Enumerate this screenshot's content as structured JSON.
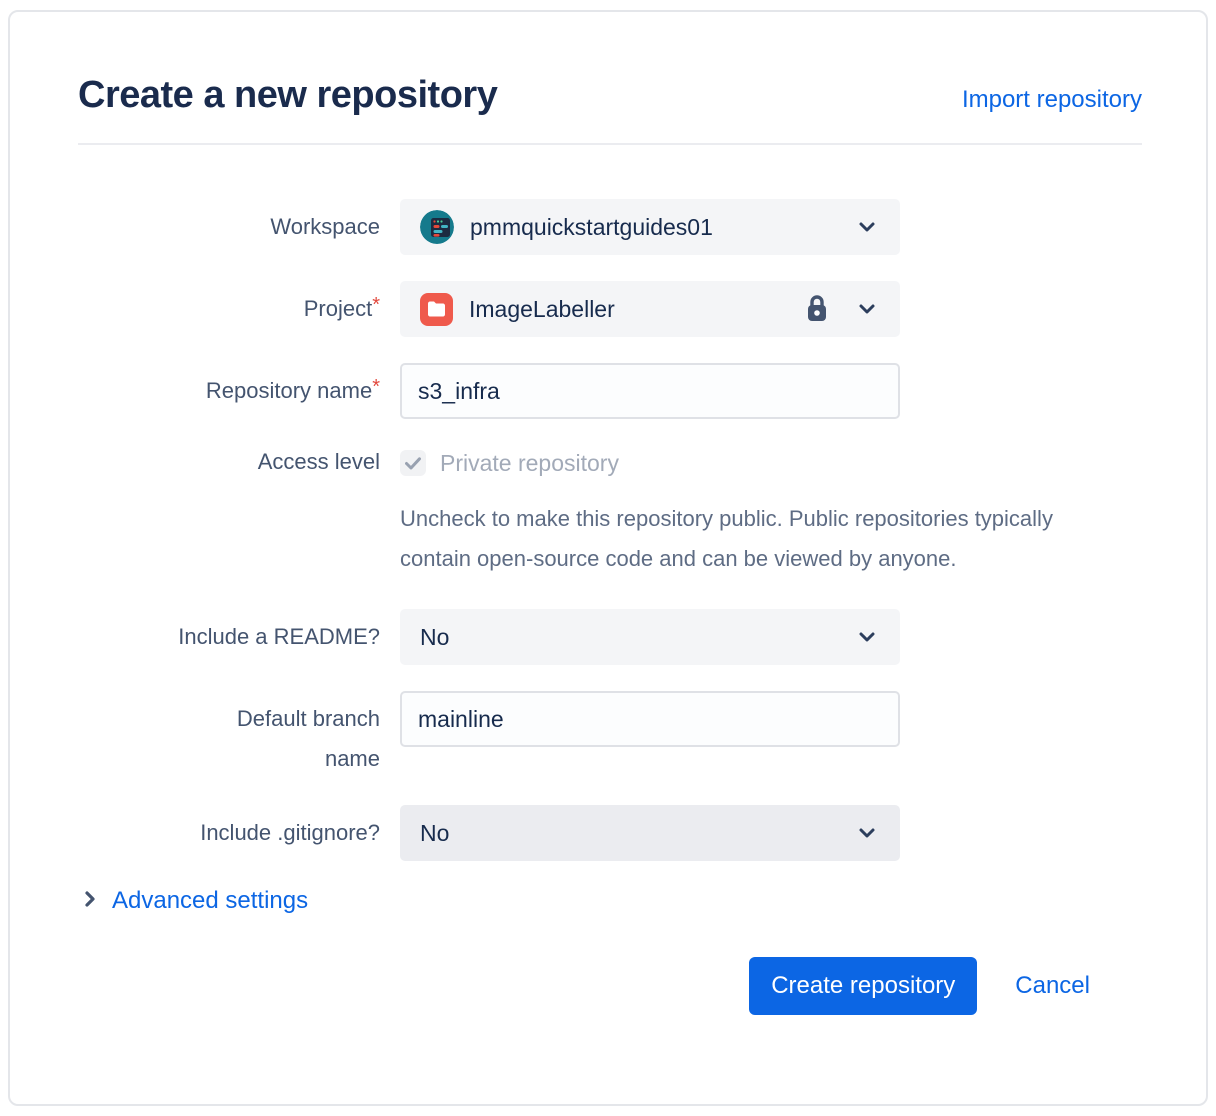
{
  "colors": {
    "primary_blue": "#0C66E4",
    "title_navy": "#1A2B4D",
    "label_slate": "#44546F",
    "select_bg": "#F4F5F7",
    "select_bg_darker": "#EBECF0",
    "input_border": "#DFE1E6",
    "required_red": "#E2483D",
    "project_icon_red": "#EF5A4C",
    "workspace_avatar_teal": "#157A8C",
    "help_text_gray": "#5E6C84",
    "disabled_text_gray": "#A2AAB8"
  },
  "header": {
    "title": "Create a new repository",
    "import_link": "Import repository"
  },
  "form": {
    "workspace": {
      "label": "Workspace",
      "value": "pmmquickstartguides01",
      "icon": "workspace-avatar"
    },
    "project": {
      "label": "Project",
      "required_mark": "*",
      "value": "ImageLabeller",
      "icon": "project-folder",
      "lock_icon": "lock"
    },
    "repository_name": {
      "label": "Repository name",
      "required_mark": "*",
      "value": "s3_infra"
    },
    "access_level": {
      "label": "Access level",
      "checkbox_checked": true,
      "checkbox_label": "Private repository",
      "help": "Uncheck to make this repository public. Public repositories typically contain open-source code and can be viewed by anyone."
    },
    "include_readme": {
      "label": "Include a README?",
      "value": "No"
    },
    "default_branch": {
      "label": "Default branch name",
      "value": "mainline"
    },
    "include_gitignore": {
      "label": "Include .gitignore?",
      "value": "No"
    },
    "advanced_settings": {
      "label": "Advanced settings"
    }
  },
  "footer": {
    "submit_label": "Create repository",
    "cancel_label": "Cancel"
  }
}
